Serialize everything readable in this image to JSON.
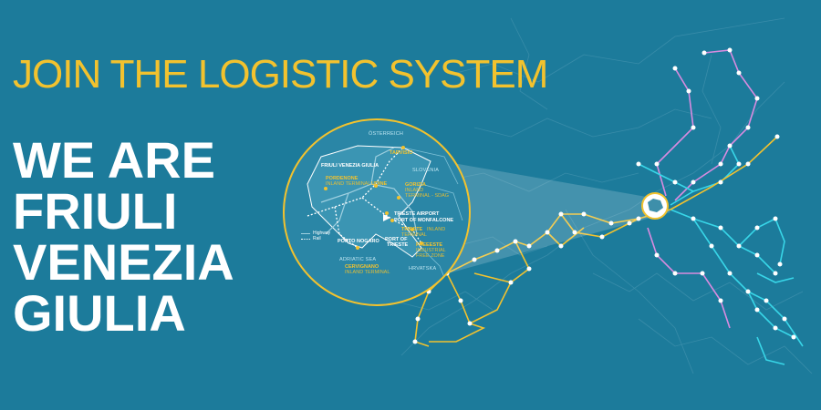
{
  "banner": {
    "headline": "JOIN THE LOGISTIC SYSTEM",
    "subhead_lines": [
      "WE ARE",
      "FRIULI",
      "VENEZIA",
      "GIULIA"
    ]
  },
  "inset_map": {
    "regions": {
      "austria": "ÖSTERREICH",
      "slovenia": "SLOVENIA",
      "croatia": "HRVATSKA",
      "sea": "ADRIATIC SEA"
    },
    "region_title": "FRIULI VENEZIA GIULIA",
    "places": {
      "tarvisio": "TARVISIO",
      "pordenone": "PORDENONE",
      "pordenone_sub": "INLAND TERMINAL",
      "udine": "UDINE",
      "gorizia": "GORIZIA",
      "gorizia_sub1": "INLAND",
      "gorizia_sub2": "TERMINAL - SDAG",
      "trieste_airport": "TRIESTE AIRPORT",
      "port_monfalcone": "PORT OF MONFALCONE",
      "trieste": "TRIESTE",
      "trieste_sub1": "INLAND",
      "trieste_sub2": "TERMINAL",
      "porto_nogaro": "PORTO NOGARO",
      "port_of": "PORT OF",
      "port_trieste": "TRIESTE",
      "freeeste": "FREEESTE",
      "freeeste_sub1": "INDUSTRIAL",
      "freeeste_sub2": "FREE ZONE",
      "cervignano": "CERVIGNANO",
      "cervignano_sub": "INLAND TERMINAL"
    },
    "legend": {
      "highway": "Highway",
      "rail": "Rail"
    }
  },
  "colors": {
    "background": "#1c7b9b",
    "accent_yellow": "#f2c22e",
    "network_pink": "#d98be0",
    "network_cyan": "#38d6e8",
    "text_white": "#ffffff"
  }
}
